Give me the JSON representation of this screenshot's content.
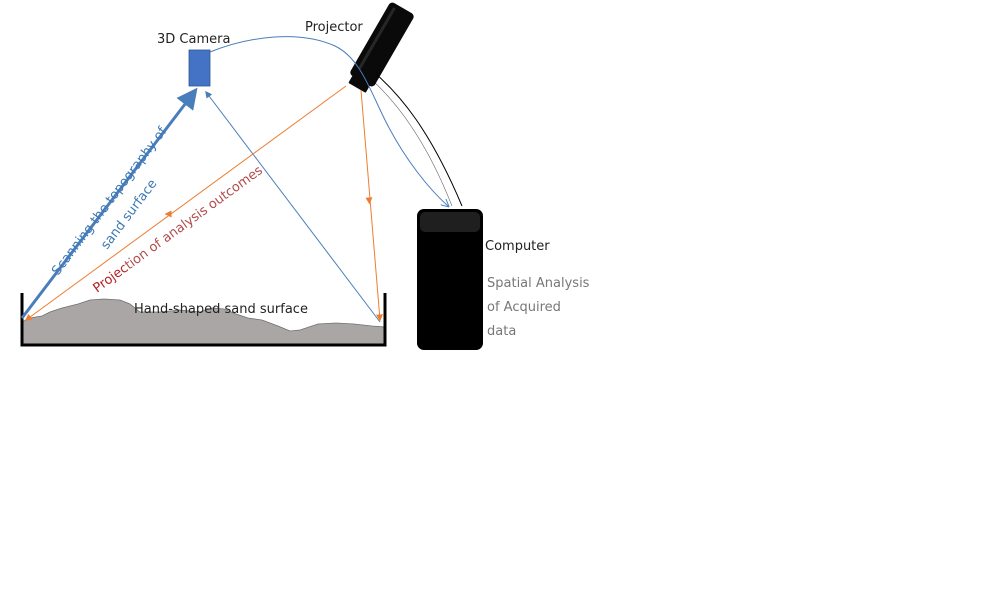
{
  "labels": {
    "camera": "3D Camera",
    "projector": "Projector",
    "computer": "Computer",
    "sand_surface": "Hand-shaped sand surface",
    "scanning_line1": "Scanning the topography of",
    "scanning_line2": "sand surface",
    "projection_prefix": "Projec",
    "projection_rest": "tion of analysis outcomes",
    "analysis_line1": "Spatial Analysis",
    "analysis_line2": "of Acquired",
    "analysis_line3": "data"
  },
  "colors": {
    "camera_fill": "#4472c4",
    "scan_arrow": "#4a7ebb",
    "projection_arrow": "#ed7d31",
    "sand_fill": "#aaa6a6",
    "device_fill": "#000000",
    "label_text": "#222222",
    "scan_text": "#3c78b4",
    "projection_text": "#b22222",
    "analysis_text": "#777777"
  },
  "icons": {
    "camera": "camera-icon",
    "projector": "projector-icon",
    "computer": "computer-icon",
    "sandbox": "sandbox-icon"
  }
}
